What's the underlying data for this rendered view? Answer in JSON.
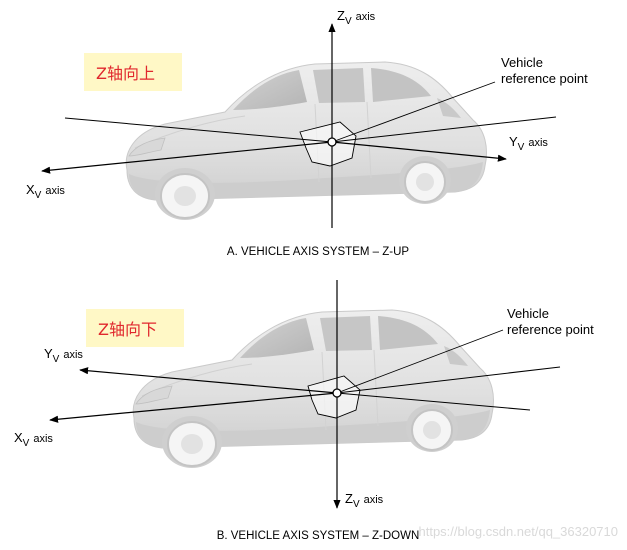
{
  "panels": [
    {
      "id": "a",
      "note": "Z轴向上",
      "vertical_axis": {
        "letter": "Z",
        "sub": "V",
        "word": "axis"
      },
      "long_axis": {
        "letter": "X",
        "sub": "V",
        "word": "axis"
      },
      "lateral_axis": {
        "letter": "Y",
        "sub": "V",
        "word": "axis"
      },
      "ref_line1": "Vehicle",
      "ref_line2": "reference point",
      "caption": "A. VEHICLE AXIS SYSTEM – Z-UP"
    },
    {
      "id": "b",
      "note": "Z轴向下",
      "vertical_axis": {
        "letter": "Z",
        "sub": "V",
        "word": "axis"
      },
      "long_axis": {
        "letter": "X",
        "sub": "V",
        "word": "axis"
      },
      "lateral_axis": {
        "letter": "Y",
        "sub": "V",
        "word": "axis"
      },
      "ref_line1": "Vehicle",
      "ref_line2": "reference point",
      "caption": "B. VEHICLE AXIS SYSTEM – Z-DOWN"
    }
  ],
  "watermark": "https://blog.csdn.net/qq_36320710",
  "colors": {
    "note_bg": "#fff8c6",
    "note_text": "#e0282e",
    "car_body": "#e4e4e4",
    "car_shadow": "#bcbcbc",
    "line": "#000000"
  }
}
